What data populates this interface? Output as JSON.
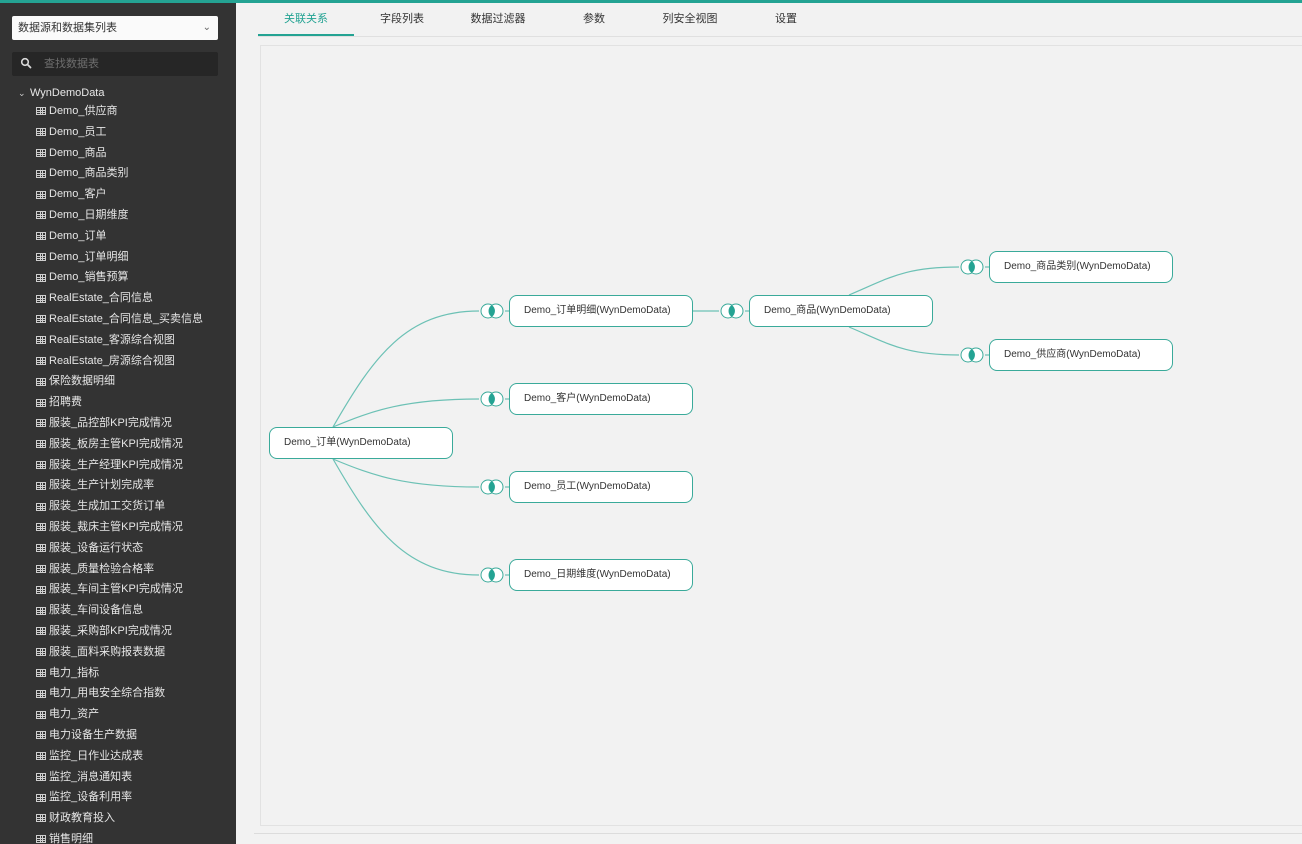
{
  "accent_color": "#24a393",
  "sidebar": {
    "datasource_select": {
      "value": "数据源和数据集列表",
      "icon": "chevron-down-icon"
    },
    "search": {
      "placeholder": "查找数据表",
      "icon": "search-icon"
    },
    "tree": {
      "root_label": "WynDemoData",
      "root_icon": "chevron-down-icon",
      "items": [
        {
          "label": "Demo_供应商"
        },
        {
          "label": "Demo_员工"
        },
        {
          "label": "Demo_商品"
        },
        {
          "label": "Demo_商品类别"
        },
        {
          "label": "Demo_客户"
        },
        {
          "label": "Demo_日期维度"
        },
        {
          "label": "Demo_订单"
        },
        {
          "label": "Demo_订单明细"
        },
        {
          "label": "Demo_销售预算"
        },
        {
          "label": "RealEstate_合同信息"
        },
        {
          "label": "RealEstate_合同信息_买卖信息"
        },
        {
          "label": "RealEstate_客源综合视图"
        },
        {
          "label": "RealEstate_房源综合视图"
        },
        {
          "label": "保险数据明细"
        },
        {
          "label": "招聘费"
        },
        {
          "label": "服装_品控部KPI完成情况"
        },
        {
          "label": "服装_板房主管KPI完成情况"
        },
        {
          "label": "服装_生产经理KPI完成情况"
        },
        {
          "label": "服装_生产计划完成率"
        },
        {
          "label": "服装_生成加工交货订单"
        },
        {
          "label": "服装_裁床主管KPI完成情况"
        },
        {
          "label": "服装_设备运行状态"
        },
        {
          "label": "服装_质量检验合格率"
        },
        {
          "label": "服装_车间主管KPI完成情况"
        },
        {
          "label": "服装_车间设备信息"
        },
        {
          "label": "服装_采购部KPI完成情况"
        },
        {
          "label": "服装_面料采购报表数据"
        },
        {
          "label": "电力_指标"
        },
        {
          "label": "电力_用电安全综合指数"
        },
        {
          "label": "电力_资产"
        },
        {
          "label": "电力设备生产数据"
        },
        {
          "label": "监控_日作业达成表"
        },
        {
          "label": "监控_消息通知表"
        },
        {
          "label": "监控_设备利用率"
        },
        {
          "label": "财政教育投入"
        },
        {
          "label": "销售明细"
        }
      ]
    }
  },
  "tabs": [
    {
      "label": "关联关系",
      "active": true
    },
    {
      "label": "字段列表",
      "active": false
    },
    {
      "label": "数据过滤器",
      "active": false
    },
    {
      "label": "参数",
      "active": false
    },
    {
      "label": "列安全视图",
      "active": false
    },
    {
      "label": "设置",
      "active": false
    }
  ],
  "diagram": {
    "nodes": [
      {
        "id": "order",
        "label": "Demo_订单(WynDemoData)"
      },
      {
        "id": "order_detail",
        "label": "Demo_订单明细(WynDemoData)"
      },
      {
        "id": "customer",
        "label": "Demo_客户(WynDemoData)"
      },
      {
        "id": "employee",
        "label": "Demo_员工(WynDemoData)"
      },
      {
        "id": "date_dim",
        "label": "Demo_日期维度(WynDemoData)"
      },
      {
        "id": "product",
        "label": "Demo_商品(WynDemoData)"
      },
      {
        "id": "category",
        "label": "Demo_商品类别(WynDemoData)"
      },
      {
        "id": "supplier",
        "label": "Demo_供应商(WynDemoData)"
      }
    ],
    "edges": [
      {
        "from": "order",
        "to": "order_detail"
      },
      {
        "from": "order",
        "to": "customer"
      },
      {
        "from": "order",
        "to": "employee"
      },
      {
        "from": "order",
        "to": "date_dim"
      },
      {
        "from": "order_detail",
        "to": "product"
      },
      {
        "from": "product",
        "to": "category"
      },
      {
        "from": "product",
        "to": "supplier"
      }
    ],
    "join_icon": "inner-join-icon"
  }
}
